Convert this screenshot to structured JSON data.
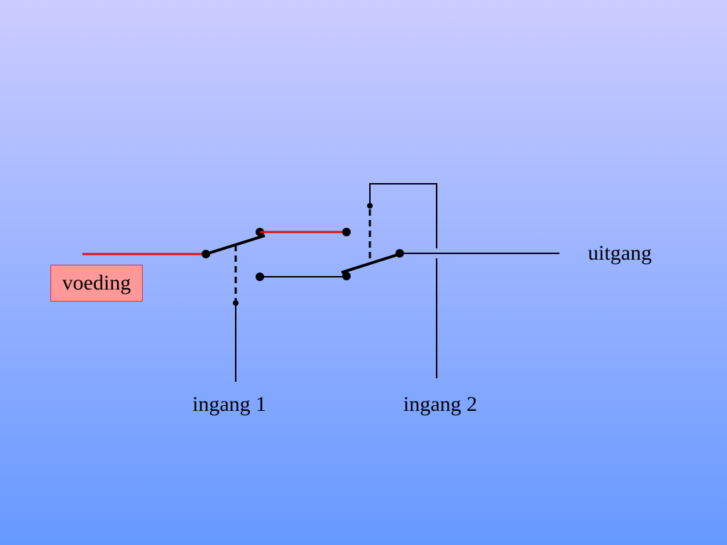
{
  "labels": {
    "supply": "voeding",
    "output": "uitgang",
    "input1": "ingang 1",
    "input2": "ingang 2"
  },
  "colors": {
    "active_wire": "#dd1111",
    "wire": "#000000",
    "supply_box": "#ff9999"
  }
}
